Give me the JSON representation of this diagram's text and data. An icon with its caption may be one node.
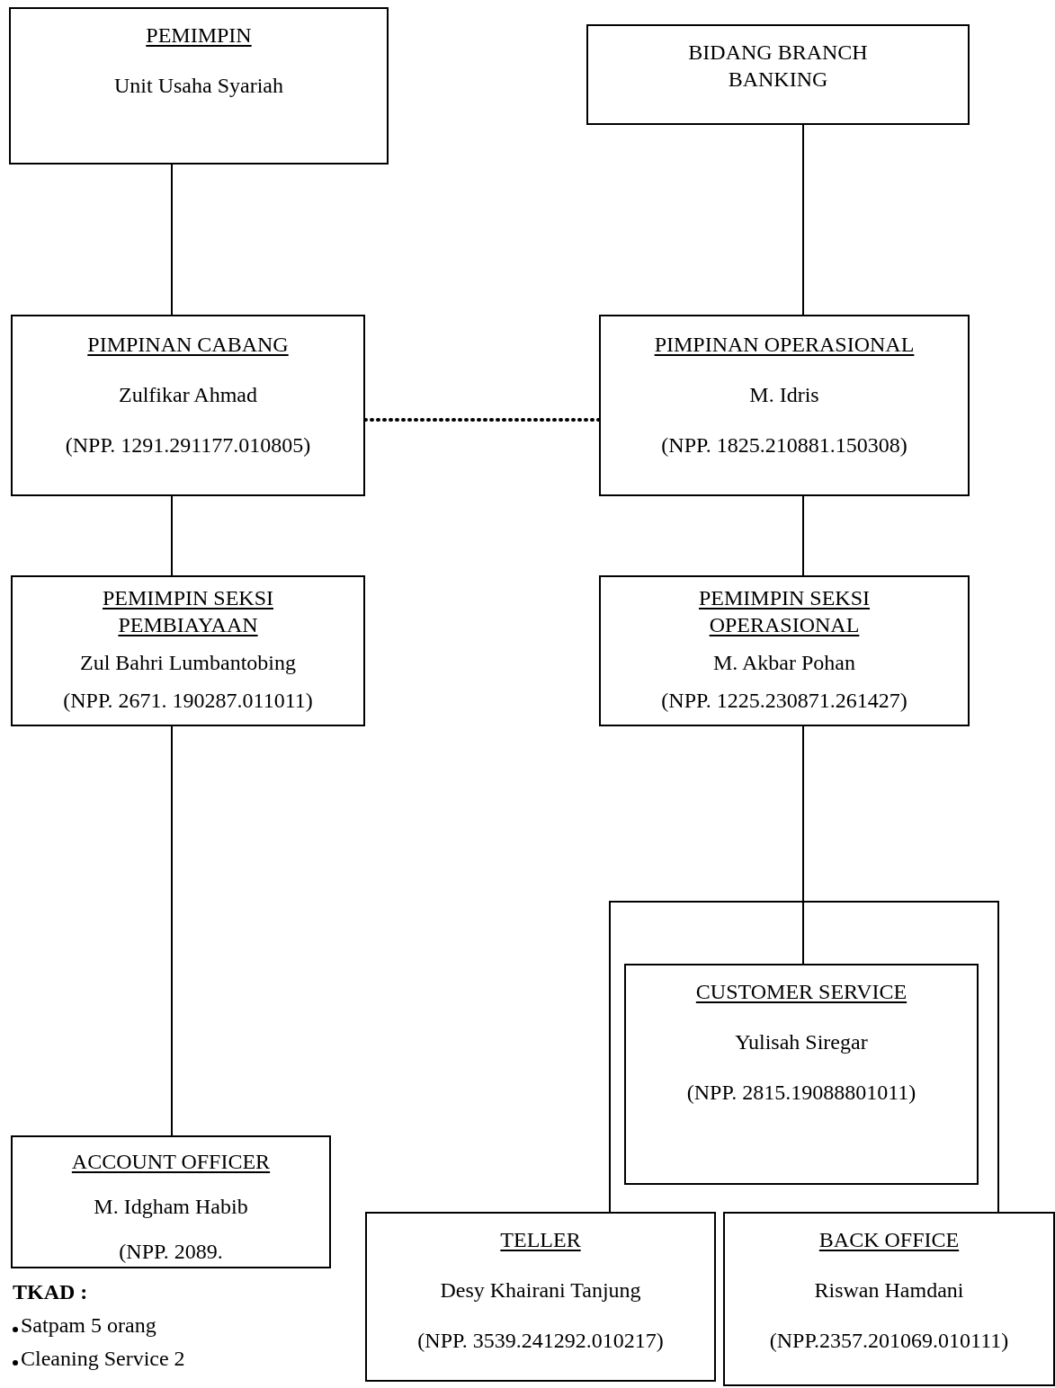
{
  "diagram": {
    "nodes": [
      {
        "text": [
          "PEMIMPIN",
          "Unit Usaha Syariah"
        ]
      },
      {
        "text": [
          "BIDANG BRANCH BANKING"
        ]
      },
      {
        "text": [
          "PIMPINAN CABANG",
          "Zulfikar Ahmad",
          "(NPP. 1291.291177.010805)"
        ]
      },
      {
        "text": [
          "PIMPINAN OPERASIONAL",
          "M. Idris",
          "(NPP. 1825.210881.150308)"
        ]
      },
      {
        "text": [
          "PEMIMPIN SEKSI PEMBIAYAAN",
          "Zul Bahri Lumbantobing",
          "(NPP. 2671. 190287.011011)"
        ]
      },
      {
        "text": [
          "PEMIMPIN SEKSI OPERASIONAL",
          "M. Akbar Pohan",
          "(NPP. 1225.230871.261427)"
        ]
      },
      {
        "text": [
          "ACCOUNT OFFICER",
          "M. Idgham Habib",
          "(NPP. 2089."
        ]
      },
      {
        "text": [
          "CUSTOMER SERVICE",
          "Yulisah Siregar",
          "(NPP. 2815.19088801011)"
        ]
      },
      {
        "text": [
          "TELLER",
          "Desy Khairani Tanjung",
          "(NPP. 3539.241292.010217)"
        ]
      },
      {
        "text": [
          "BACK OFFICE",
          "Riswan Hamdani",
          "(NPP.2357.201069.010111)"
        ]
      }
    ],
    "edges": [
      {
        "from": 0,
        "to": 2,
        "arrow": "none"
      },
      {
        "from": 1,
        "to": 3,
        "arrow": "none"
      },
      {
        "from": 2,
        "to": 3,
        "arrow": "none",
        "style": "dashed"
      },
      {
        "from": 2,
        "to": 4,
        "arrow": "none"
      },
      {
        "from": 3,
        "to": 5,
        "arrow": "none"
      },
      {
        "from": 4,
        "to": 6,
        "arrow": "none"
      },
      {
        "from": 5,
        "to": 7,
        "arrow": "none"
      },
      {
        "from": 5,
        "to": 8,
        "arrow": "none"
      },
      {
        "from": 5,
        "to": 9,
        "arrow": "none"
      }
    ],
    "labels": [
      "TKAD :",
      "Satpam 5 orang",
      "Cleaning Service 2"
    ]
  }
}
